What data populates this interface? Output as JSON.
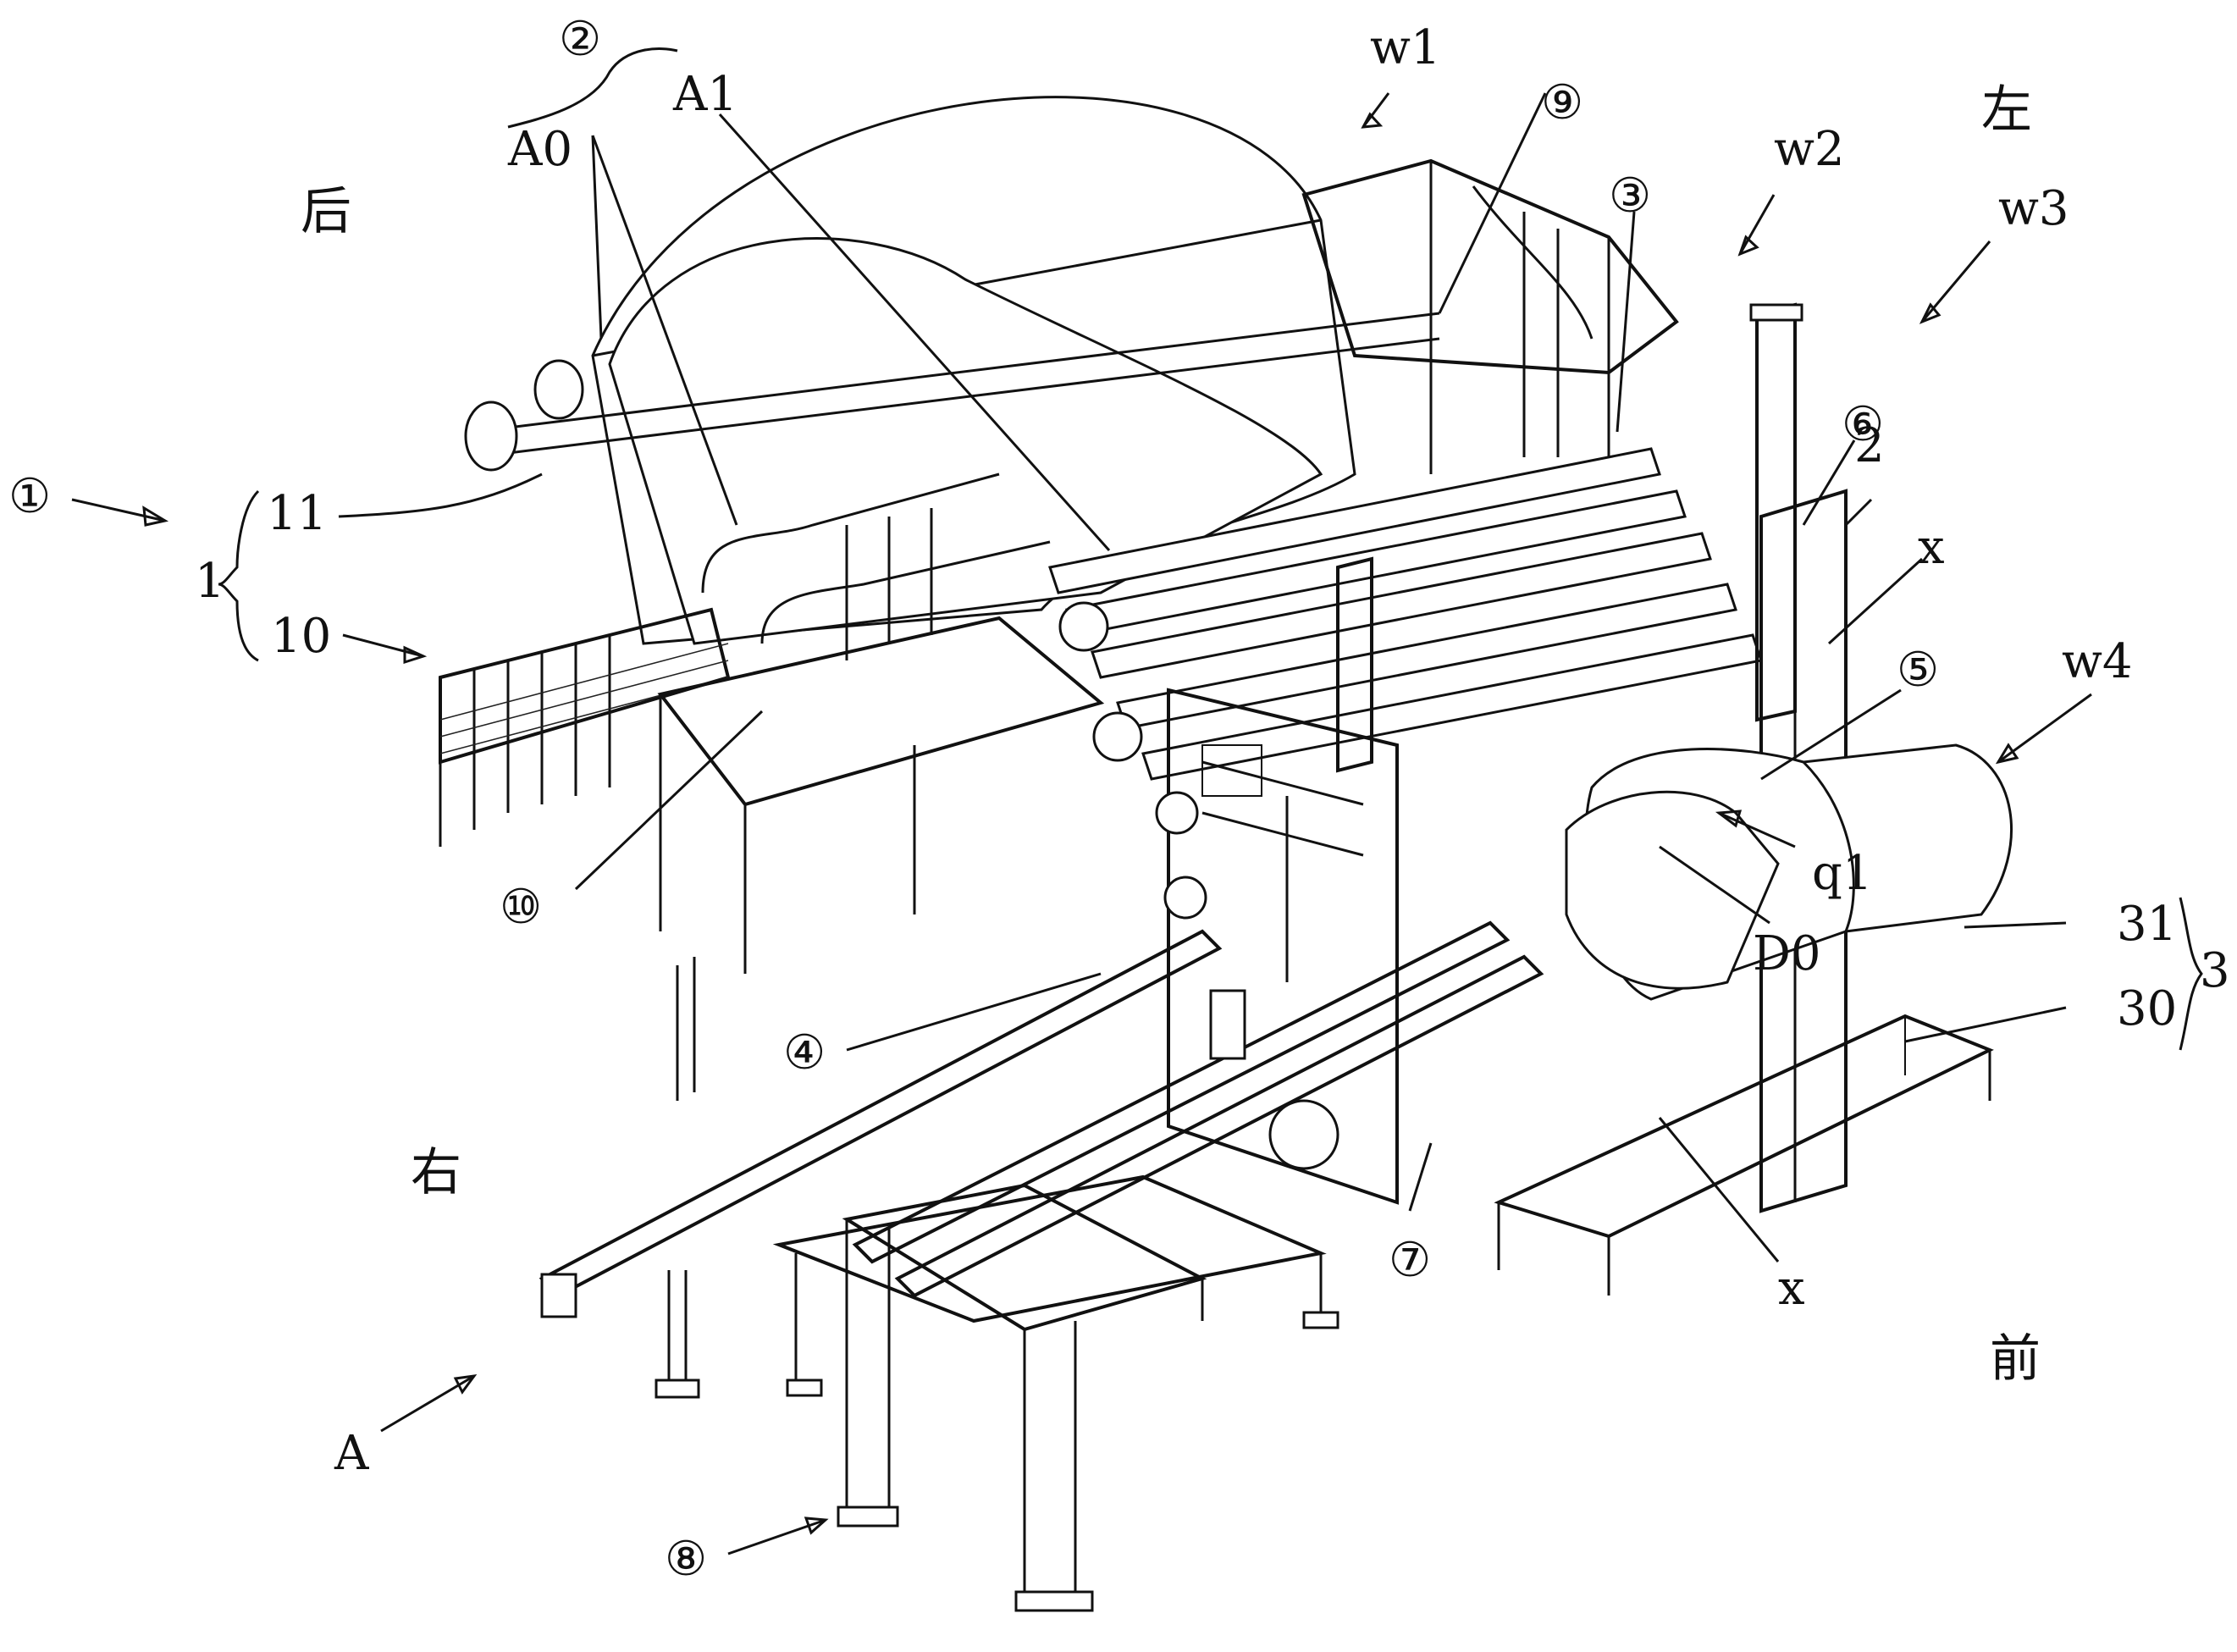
{
  "labels": {
    "l1": "①",
    "l2": "②",
    "l3": "③",
    "l4": "④",
    "l5": "⑤",
    "l6": "⑥",
    "l7": "⑦",
    "l8": "⑧",
    "l9": "⑨",
    "l10": "⑩",
    "a0": "A0",
    "a1": "A1",
    "w1": "w1",
    "w2": "w2",
    "w3": "w3",
    "w4": "w4",
    "n1": "1",
    "n2": "2",
    "n3": "3",
    "n10": "10",
    "n11": "11",
    "n30": "30",
    "n31": "31",
    "x_top": "x",
    "x_bottom": "x",
    "q1": "q1",
    "d0": "D0",
    "a": "A",
    "back": "后",
    "left": "左",
    "right": "右",
    "front": "前"
  }
}
